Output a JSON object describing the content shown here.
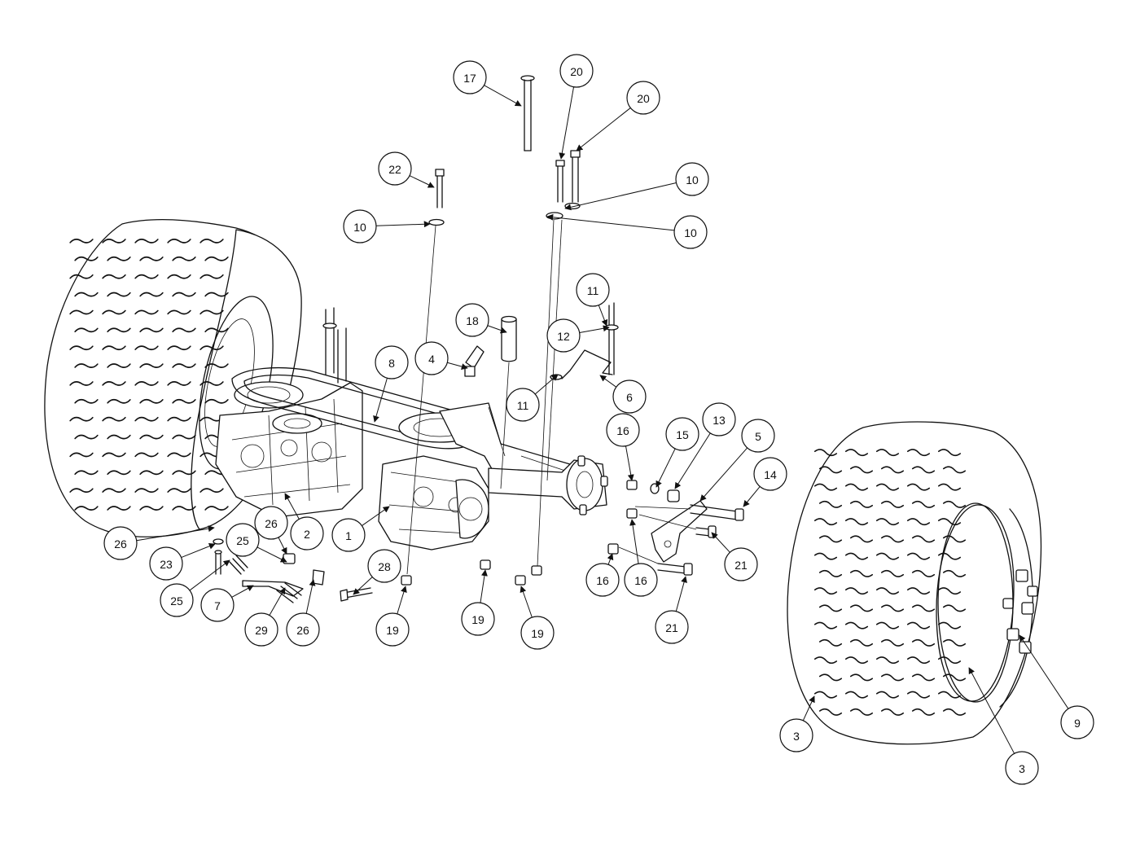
{
  "callouts": [
    {
      "id": "c17",
      "label": "17"
    },
    {
      "id": "c20a",
      "label": "20"
    },
    {
      "id": "c20b",
      "label": "20"
    },
    {
      "id": "c22",
      "label": "22"
    },
    {
      "id": "c10a",
      "label": "10"
    },
    {
      "id": "c10b",
      "label": "10"
    },
    {
      "id": "c10c",
      "label": "10"
    },
    {
      "id": "c11a",
      "label": "11"
    },
    {
      "id": "c18",
      "label": "18"
    },
    {
      "id": "c12",
      "label": "12"
    },
    {
      "id": "c4",
      "label": "4"
    },
    {
      "id": "c8",
      "label": "8"
    },
    {
      "id": "c11b",
      "label": "11"
    },
    {
      "id": "c6",
      "label": "6"
    },
    {
      "id": "c16a",
      "label": "16"
    },
    {
      "id": "c15",
      "label": "15"
    },
    {
      "id": "c13",
      "label": "13"
    },
    {
      "id": "c5",
      "label": "5"
    },
    {
      "id": "c14",
      "label": "14"
    },
    {
      "id": "c26a",
      "label": "26"
    },
    {
      "id": "c2",
      "label": "2"
    },
    {
      "id": "c1",
      "label": "1"
    },
    {
      "id": "c26b",
      "label": "26"
    },
    {
      "id": "c25a",
      "label": "25"
    },
    {
      "id": "c23",
      "label": "23"
    },
    {
      "id": "c25b",
      "label": "25"
    },
    {
      "id": "c7",
      "label": "7"
    },
    {
      "id": "c28",
      "label": "28"
    },
    {
      "id": "c29",
      "label": "29"
    },
    {
      "id": "c26c",
      "label": "26"
    },
    {
      "id": "c19a",
      "label": "19"
    },
    {
      "id": "c19b",
      "label": "19"
    },
    {
      "id": "c19c",
      "label": "19"
    },
    {
      "id": "c16b",
      "label": "16"
    },
    {
      "id": "c16c",
      "label": "16"
    },
    {
      "id": "c21a",
      "label": "21"
    },
    {
      "id": "c21b",
      "label": "21"
    },
    {
      "id": "c3a",
      "label": "3"
    },
    {
      "id": "c3b",
      "label": "3"
    },
    {
      "id": "c9",
      "label": "9"
    }
  ]
}
